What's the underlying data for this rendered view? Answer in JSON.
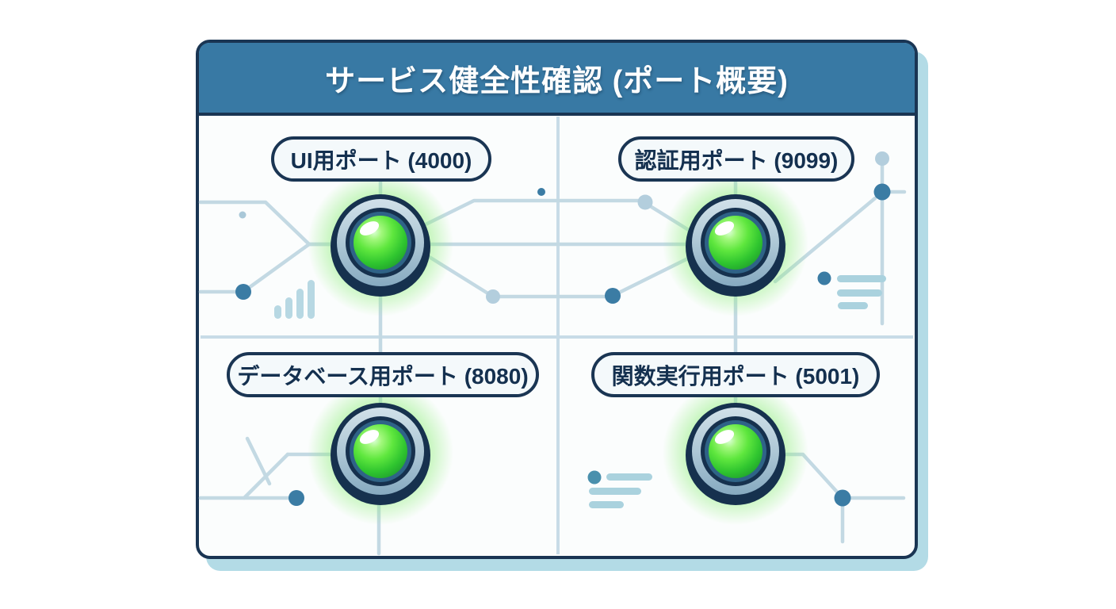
{
  "title_bar": {
    "title": "サービス健全性確認 (ポート概要)"
  },
  "ports": [
    {
      "id": "ui",
      "label": "UI用ポート (4000)",
      "port": "4000",
      "status": "ok"
    },
    {
      "id": "auth",
      "label": "認証用ポート (9099)",
      "port": "9099",
      "status": "ok"
    },
    {
      "id": "database",
      "label": "データベース用ポート (8080)",
      "port": "8080",
      "status": "ok"
    },
    {
      "id": "functions",
      "label": "関数実行用ポート (5001)",
      "port": "5001",
      "status": "ok"
    }
  ],
  "colors": {
    "header_bg": "#3879a4",
    "outline_navy": "#1a3553",
    "panel_shadow": "#b3dbe6",
    "panel_bg": "#fbfdfd",
    "circuit_line": "#c3d9e3",
    "node_teal": "#3b7ca4",
    "node_light_blue": "#b3cedd",
    "status_ok_green": "#3fd23f",
    "pill_bg": "#f4f9fb",
    "pill_text": "#14304f"
  },
  "icons": {
    "status_led": "glossy-green-indicator-lens",
    "bar_chart": "ascending-bars",
    "text_lines": "list-placeholder-lines"
  }
}
